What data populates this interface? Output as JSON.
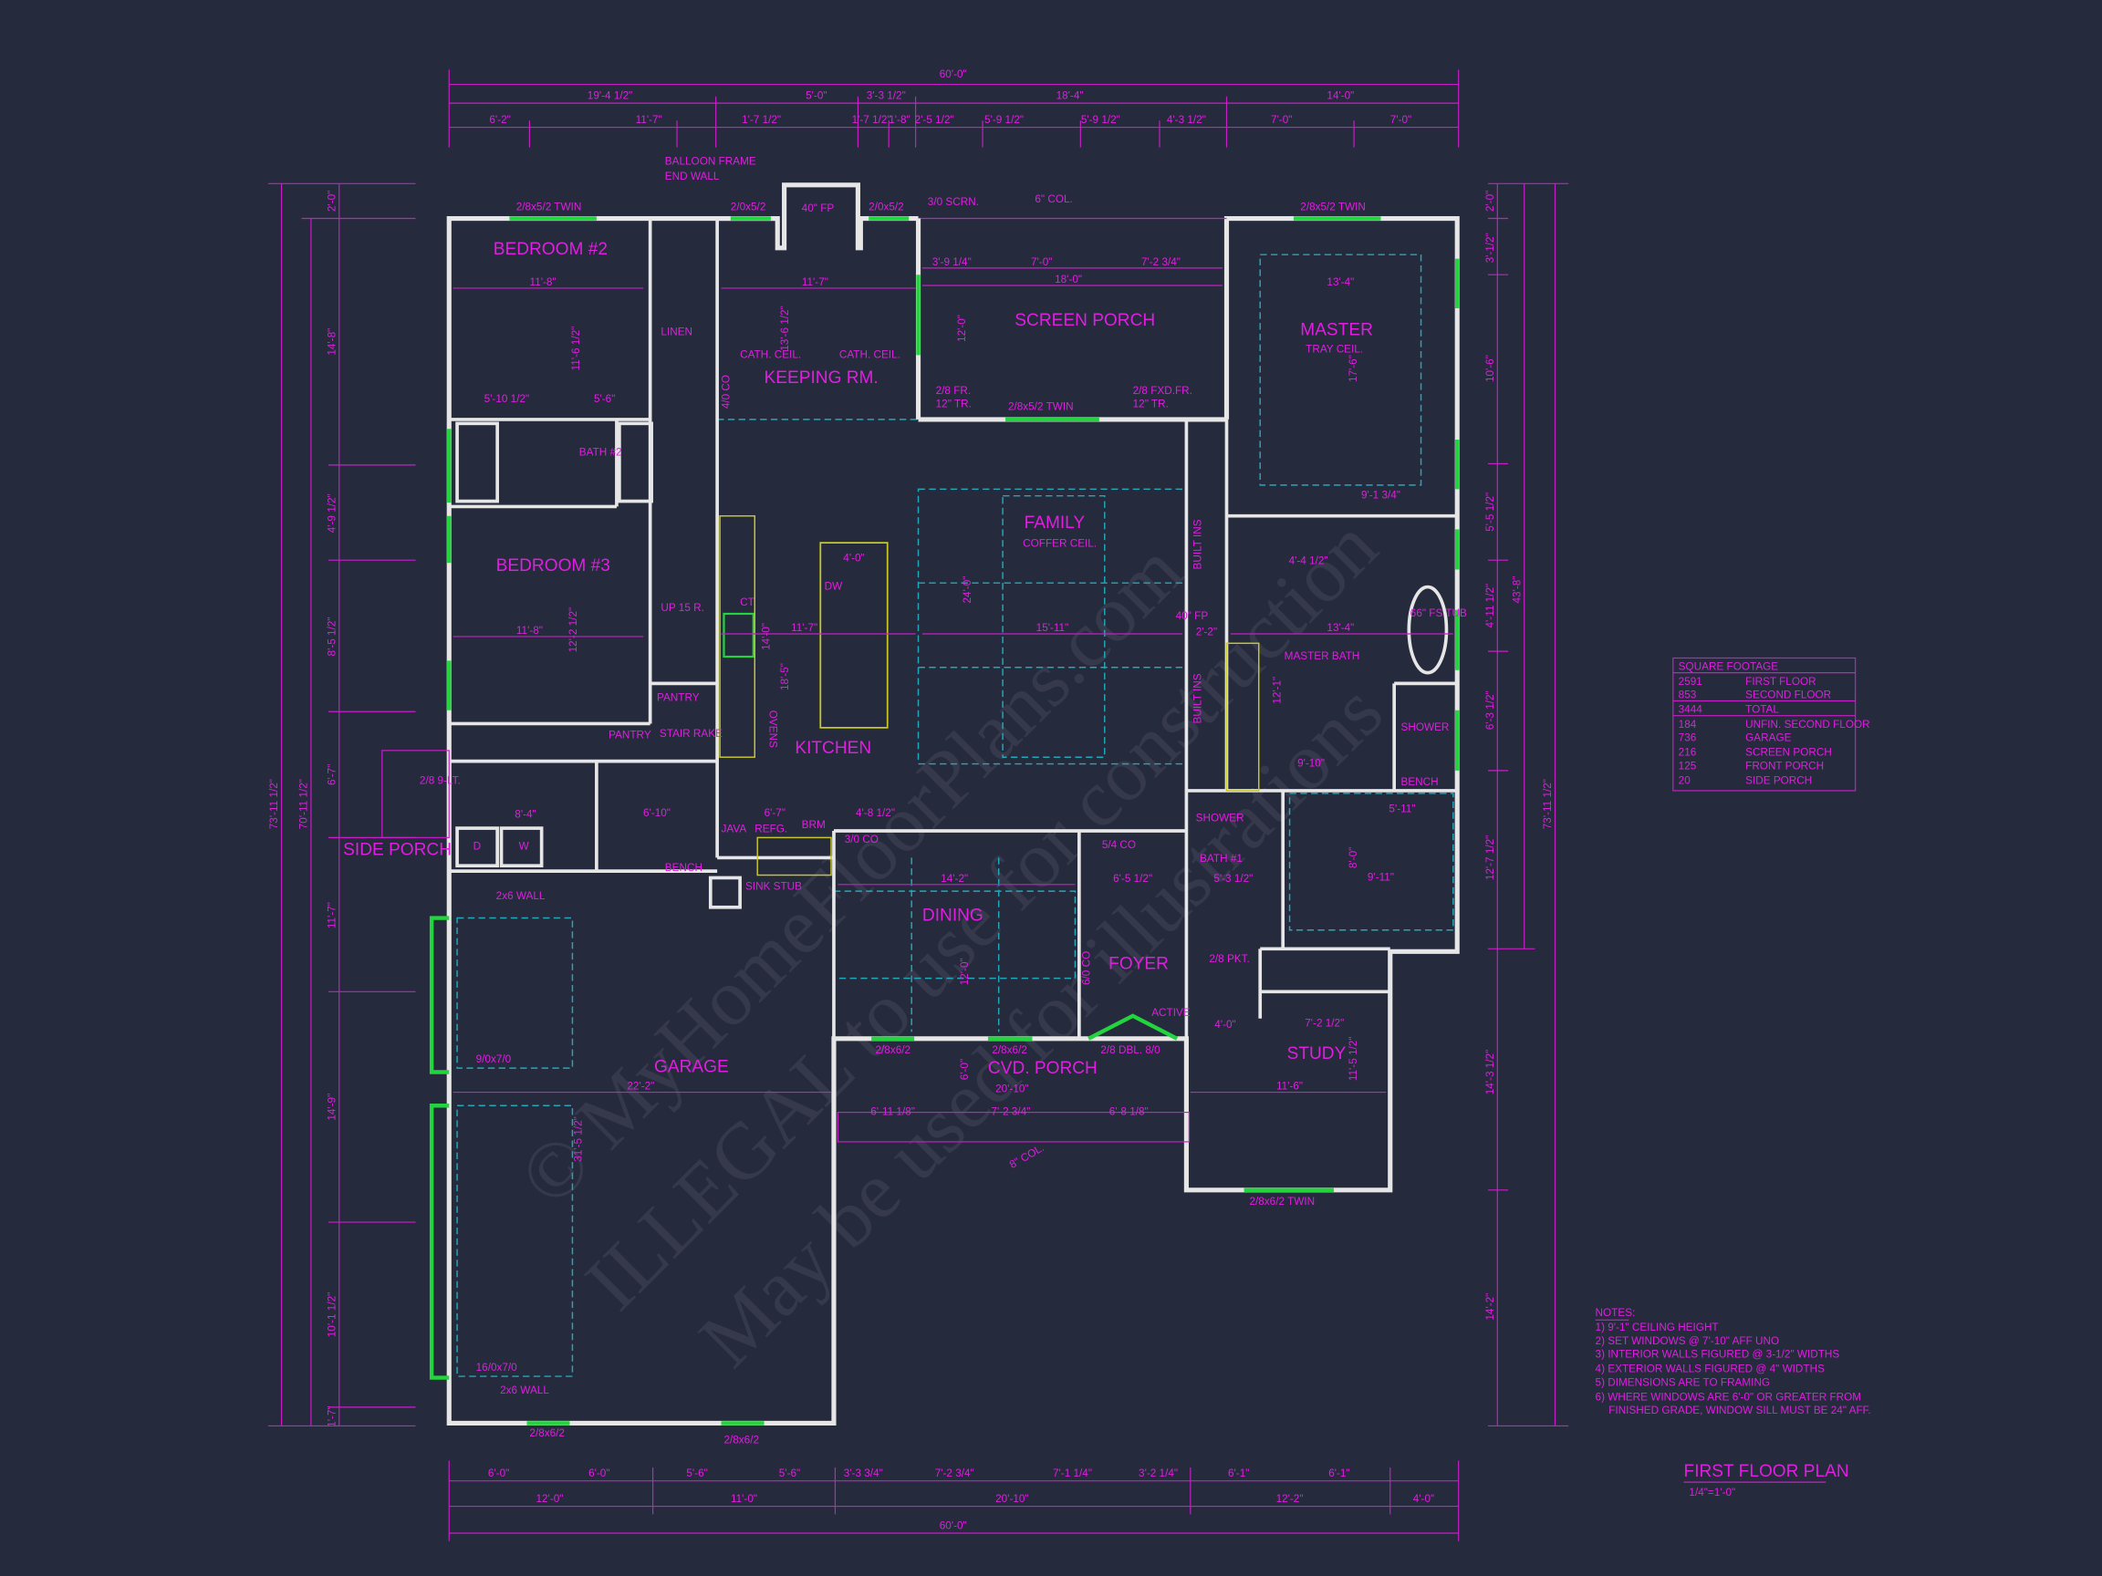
{
  "sheet": {
    "title": "FIRST FLOOR PLAN",
    "scale": "1/4\"=1'-0\"",
    "watermark": [
      "© MyHomeFloorPlans.com",
      "ILLEGAL to use for construction",
      "May be used for illustrations"
    ]
  },
  "colors": {
    "background": "#262a3d",
    "linework": "#e01ee0",
    "walls": "#e6e6e6",
    "windows": "#22d43e",
    "ceiling": "#22a8b8"
  },
  "square_footage": {
    "title": "SQUARE FOOTAGE",
    "rows": [
      {
        "value": "2591",
        "label": "FIRST FLOOR"
      },
      {
        "value": "853",
        "label": "SECOND FLOOR"
      },
      {
        "value": "3444",
        "label": "TOTAL"
      },
      {
        "value": "184",
        "label": "UNFIN. SECOND FLOOR"
      },
      {
        "value": "736",
        "label": "GARAGE"
      },
      {
        "value": "216",
        "label": "SCREEN PORCH"
      },
      {
        "value": "125",
        "label": "FRONT PORCH"
      },
      {
        "value": "20",
        "label": "SIDE PORCH"
      }
    ]
  },
  "notes": {
    "title": "NOTES:",
    "items": [
      "1) 9'-1\" CEILING HEIGHT",
      "2) SET WINDOWS @ 7'-10\" AFF UNO",
      "3) INTERIOR WALLS FIGURED @ 3-1/2\" WIDTHS",
      "4) EXTERIOR WALLS FIGURED @ 4\" WIDTHS",
      "5) DIMENSIONS ARE TO FRAMING",
      "6) WHERE WINDOWS ARE 6'-0\" OR GREATER FROM",
      "FINISHED GRADE, WINDOW SILL MUST BE 24\" AFF."
    ]
  },
  "rooms": {
    "bedroom2": "BEDROOM #2",
    "bedroom3": "BEDROOM #3",
    "keeping": "KEEPING RM.",
    "screen_porch": "SCREEN PORCH",
    "master": "MASTER",
    "master_sub": "TRAY CEIL.",
    "family": "FAMILY",
    "family_sub": "COFFER CEIL.",
    "kitchen": "KITCHEN",
    "master_bath": "MASTER BATH",
    "dining": "DINING",
    "foyer": "FOYER",
    "study": "STUDY",
    "cvd_porch": "CVD. PORCH",
    "garage": "GARAGE",
    "side_porch": "SIDE PORCH",
    "bath2": "BATH #2",
    "bath1": "BATH #1",
    "linen": "LINEN",
    "pantry": "PANTRY",
    "pantry2": "PANTRY",
    "stair": "STAIR RAKE",
    "up": "UP 15 R.",
    "shower": "SHOWER",
    "shower2": "SHOWER",
    "bench": "BENCH",
    "bench2": "BENCH",
    "java": "JAVA",
    "refg": "REFG.",
    "brm": "BRM",
    "sink": "SINK STUB",
    "tub": "66\" FS TUB",
    "fp": "40\" FP",
    "fp2": "40\" FP",
    "balloon": "BALLOON FRAME",
    "balloon2": "END WALL",
    "cath1": "CATH. CEIL.",
    "cath2": "CATH. CEIL.",
    "ovens": "OVENS",
    "dw": "DW",
    "ct": "CT",
    "dryer": "D",
    "washer": "W",
    "active": "ACTIVE",
    "six_col": "6\" COL.",
    "eight_col": "8\" COL.",
    "builtin1": "BUILT INS",
    "builtin2": "BUILT INS"
  },
  "openings": {
    "w_bed2": "2/8x5/2 TWIN",
    "w_keep": "2/0x5/2",
    "w_keep2": "2/0x5/2",
    "w_master": "2/8x5/2 TWIN",
    "w_scrn": "3/0 SCRN.",
    "w_sp": "2/8x5/2 TWIN",
    "w_fr1": "2/8 FR.",
    "w_fr1b": "12\" TR.",
    "w_fr2": "2/8 FXD.FR.",
    "w_fr2b": "12\" TR.",
    "garage_door1": "9/0x7/0",
    "garage_door2": "16/0x7/0",
    "w_garage1": "2/8x6/2",
    "w_garage2": "2/8x6/2",
    "w_cvd1": "2/8x6/2",
    "w_cvd2": "2/8x6/2",
    "w_study": "2/8x6/2 TWIN",
    "dbl": "2/8 DBL. 8/0",
    "co1": "3/0 CO",
    "co2": "5/4 CO",
    "co3": "4/0 CO",
    "co4": "6/0 CO",
    "sl": "2/8 9-LT.",
    "wall26a": "2x6 WALL",
    "wall26b": "2x6 WALL",
    "pkt": "2/8 PKT."
  },
  "dimensions": {
    "top_total": "60'-0\"",
    "top_row2": [
      "19'-4 1/2\"",
      "5'-0\"",
      "3'-3 1/2\"",
      "18'-4\"",
      "14'-0\""
    ],
    "top_row3": [
      "6'-2\"",
      "11'-7\"",
      "1'-7 1/2\"",
      "1'-7 1/2\"",
      "1'-8\"",
      "2'-5 1/2\"",
      "5'-9 1/2\"",
      "5'-9 1/2\"",
      "4'-3 1/2\"",
      "7'-0\"",
      "7'-0\""
    ],
    "bottom_row1": [
      "6'-0\"",
      "6'-0\"",
      "5'-6\"",
      "5'-6\"",
      "3'-3 3/4\"",
      "7'-2 3/4\"",
      "7'-1 1/4\"",
      "3'-2 1/4\"",
      "6'-1\"",
      "6'-1\""
    ],
    "bottom_row2": [
      "12'-0\"",
      "11'-0\"",
      "20'-10\"",
      "12'-2\"",
      "4'-0\""
    ],
    "bottom_total": "60'-0\"",
    "left_row1": [
      "2'-0\"",
      "14'-8\"",
      "4'-9 1/2\"",
      "8'-5 1/2\"",
      "6'-7\"",
      "11'-7\"",
      "14'-9\"",
      "10'-1 1/2\"",
      "1'-7\""
    ],
    "left_total1": "73'-11 1/2\"",
    "left_total2": "70'-11 1/2\"",
    "right_row1": [
      "2'-0\"",
      "3'-1/2\"",
      "10'-6\"",
      "5'-5 1/2\"",
      "4'-11 1/2\"",
      "6'-3 1/2\"",
      "12'-7 1/2\"",
      "14'-3 1/2\"",
      "14'-2\""
    ],
    "right_mid": "43'-8\"",
    "right_total": "73'-11 1/2\"",
    "interior": {
      "bed2_w": "11'-8\"",
      "bed2_h": "11'-6 1/2\"",
      "bed3_w": "11'-8\"",
      "bed3_h": "12'-2 1/2\"",
      "keep_w": "11'-7\"",
      "keep_h": "13'-6 1/2\"",
      "sp_w": "18'-0\"",
      "sp_h": "12'-0\"",
      "sp_a": "3'-9 1/4\"",
      "sp_b": "7'-0\"",
      "sp_c": "7'-2 3/4\"",
      "master_w": "13'-4\"",
      "master_h": "17'-6\"",
      "fam_w": "15'-11\"",
      "fam_h": "24'-0\"",
      "kit_w": "11'-7\"",
      "kit_h": "18'-5\"",
      "isl": "4'-0\"",
      "isl_h": "14'-0\"",
      "mb_w": "13'-4\"",
      "mb_h": "12'-1\"",
      "bath2a": "5'-10 1/2\"",
      "bath2b": "5'-6\"",
      "laundry": "8'-4\"",
      "mud": "6'-10\"",
      "pan": "6'-7\"",
      "pan2": "4'-8 1/2\"",
      "dining_w": "14'-2\"",
      "dining_h": "12'-0\"",
      "foyer_w": "6'-5 1/2\"",
      "bath1": "5'-3 1/2\"",
      "closet": "5'-11\"",
      "closet2": "9'-11\"",
      "closet_h": "8'-0\"",
      "study_w": "11'-6\"",
      "study_h": "11'-5 1/2\"",
      "study_a": "7'-2 1/2\"",
      "study_b": "4'-0\"",
      "garage_w": "22'-2\"",
      "garage_h": "31'-5 1/2\"",
      "porch_w": "20'-10\"",
      "porch_h": "6'-0\"",
      "porch_a": "6'-11 1/8\"",
      "porch_b": "7'-2 3/4\"",
      "porch_c": "6'-8 1/8\"",
      "mb_a": "9'-10\"",
      "mb_b": "4'-4 1/2\"",
      "mb_c": "2'-2\"",
      "ms_a": "9'-1 3/4\""
    }
  }
}
